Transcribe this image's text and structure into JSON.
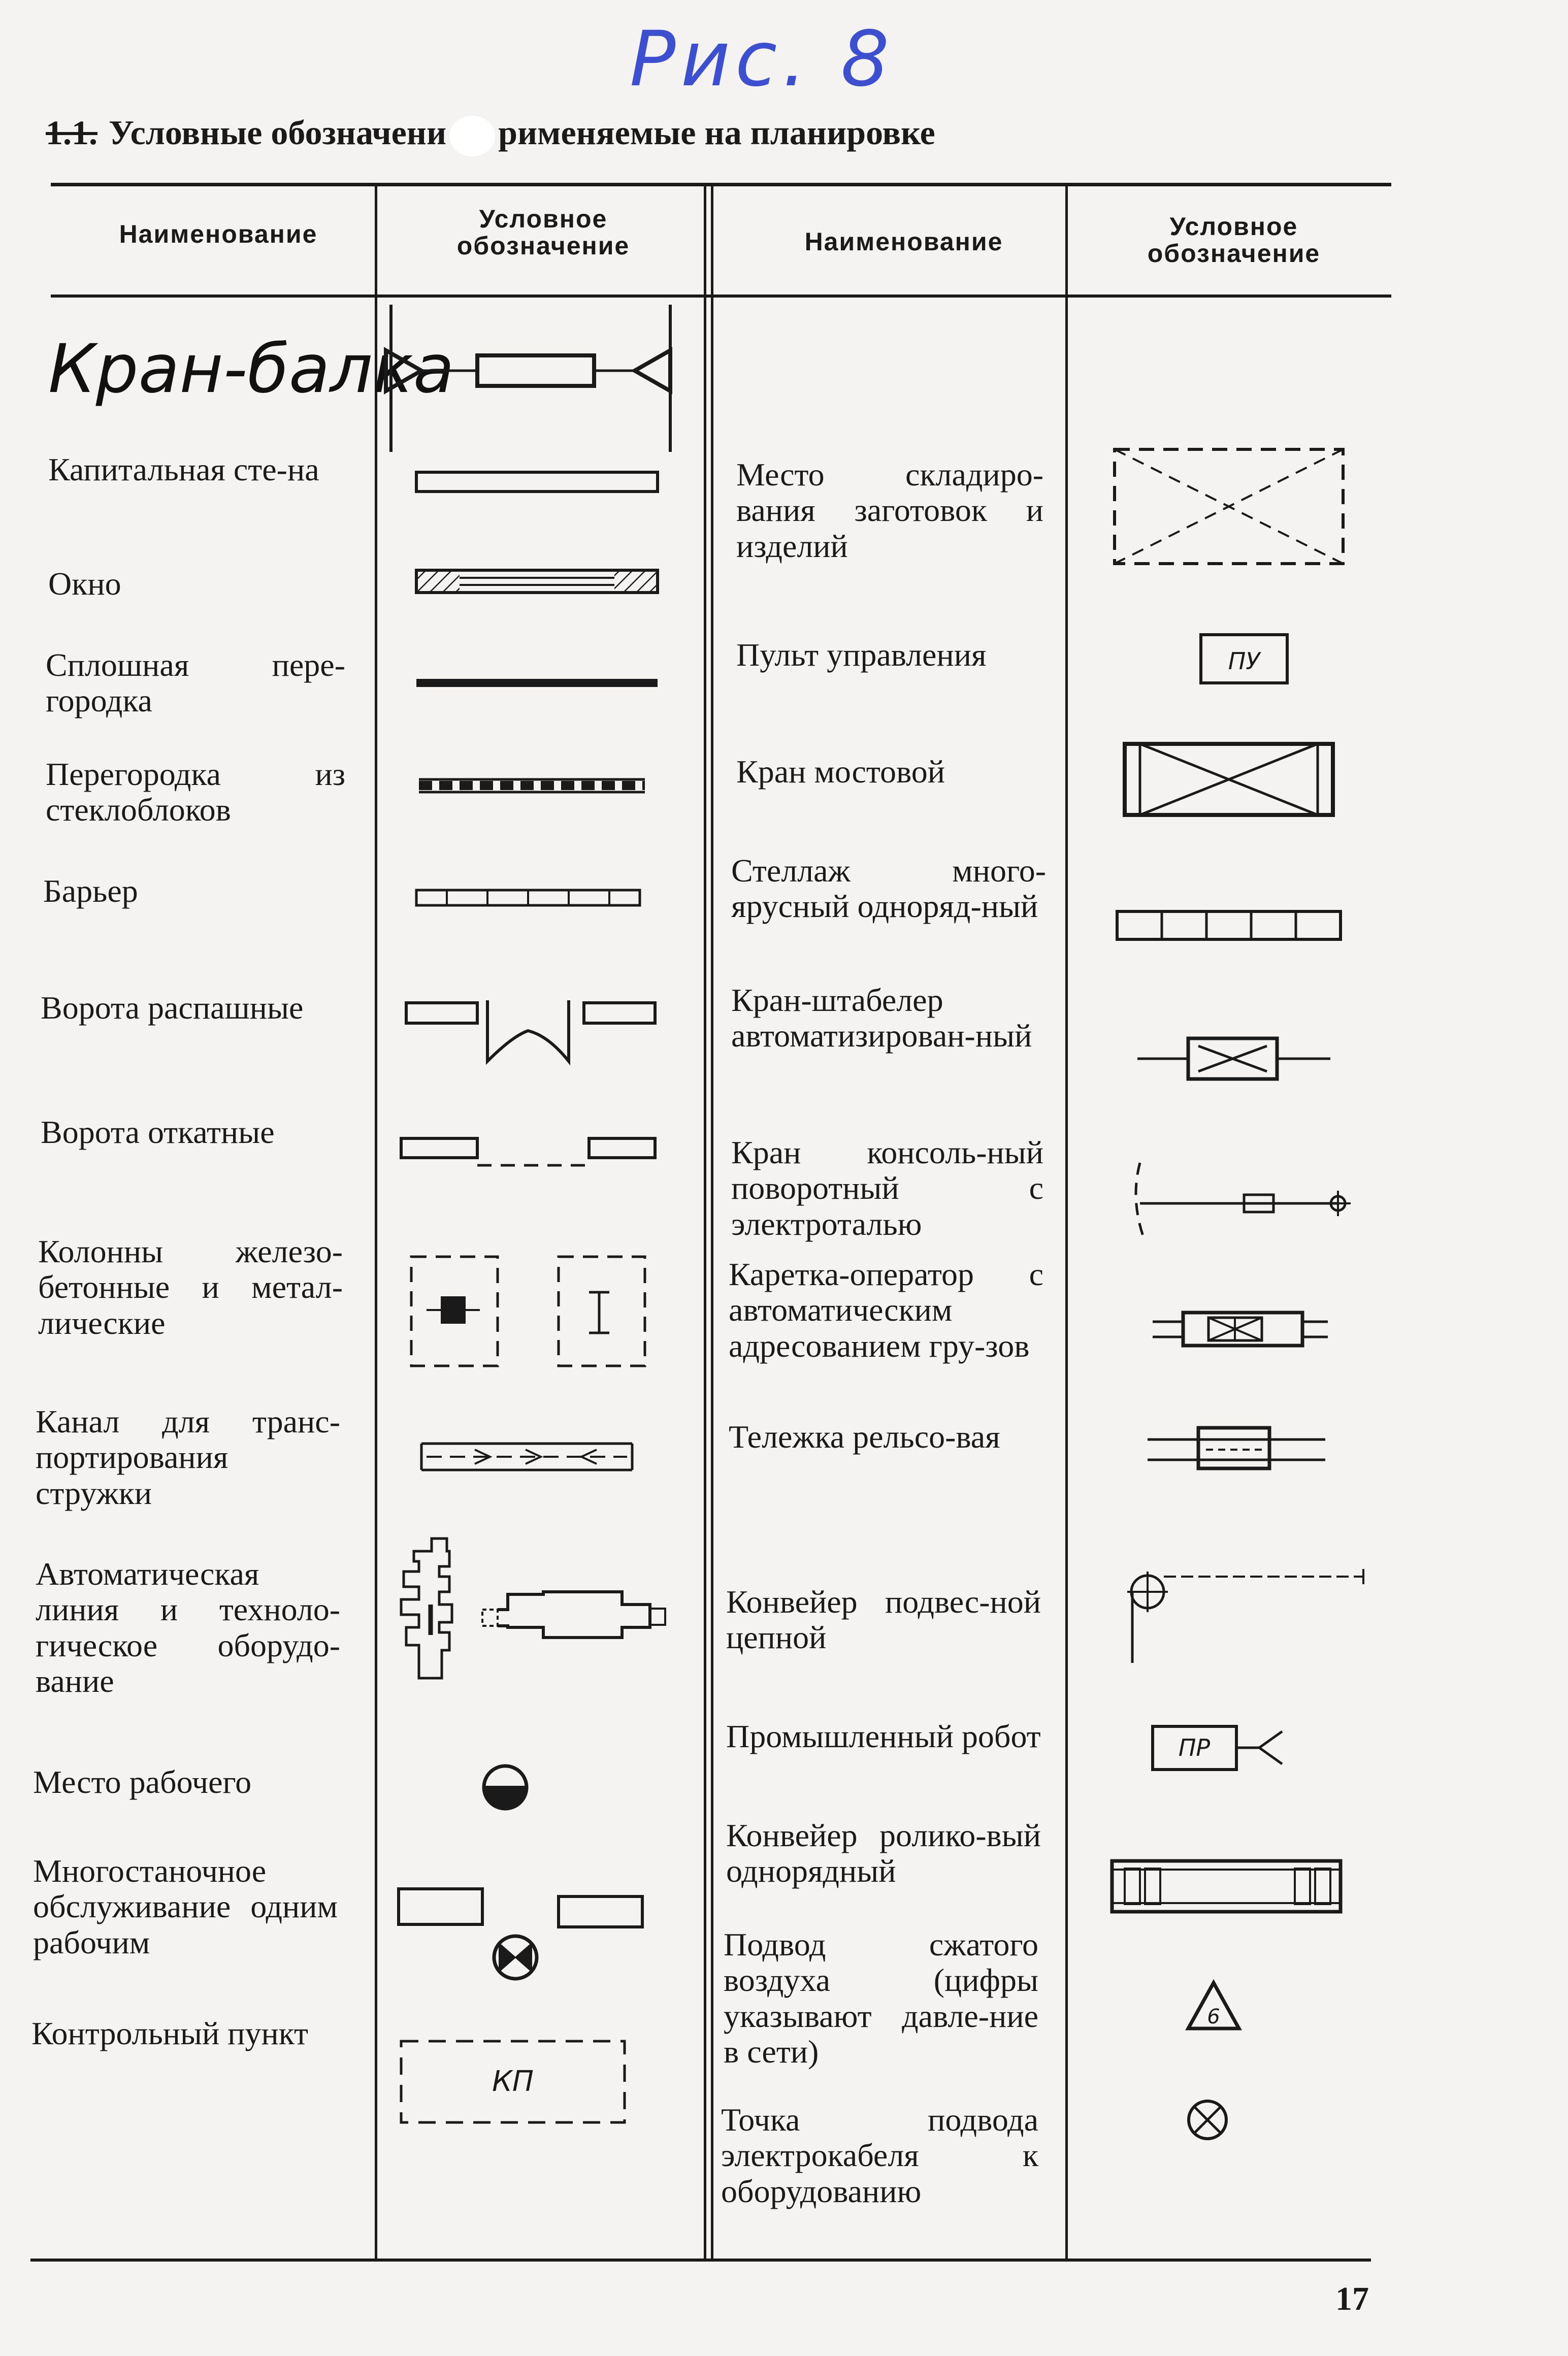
{
  "handwritten": {
    "figure_note": "Рис. 8",
    "crane_beam": "Кран-балка"
  },
  "title": {
    "number": "1.1.",
    "text_a": "Условные обозначени",
    "text_b": "рименяемые на планировке"
  },
  "headers": {
    "name_left": "Наименование",
    "symbol_left": "Условное обозначение",
    "name_right": "Наименование",
    "symbol_right": "Условное обозначение"
  },
  "left_items": [
    "Капитальная сте-на",
    "Окно",
    "Сплошная пере-городка",
    "Перегородка из стеклоблоков",
    "Барьер",
    "Ворота распашные",
    "Ворота откатные",
    "Колонны железо-бетонные и метал-лические",
    "Канал для транс-портирования стружки",
    "Автоматическая линия и техноло-гическое оборудо-вание",
    "Место рабочего",
    "Многостаночное обслуживание одним рабочим",
    "Контрольный пункт"
  ],
  "right_items": [
    "Место складиро-вания заготовок и изделий",
    "Пульт управления",
    "Кран мостовой",
    "Стеллаж много-ярусный одноряд-ный",
    "Кран-штабелер автоматизирован-ный",
    "Кран консоль-ный поворотный с электроталью",
    "Каретка-оператор с автоматическим адресованием гру-зов",
    "Тележка рельсо-вая",
    "Конвейер подвес-ной цепной",
    "Промышленный робот",
    "Конвейер ролико-вый однорядный",
    "Подвод сжатого воздуха (цифры указывают давле-ние в сети)",
    "Точка подвода электрокабеля к оборудованию"
  ],
  "symbol_labels": {
    "control_panel": "ПУ",
    "robot": "ПР",
    "air_pressure": "6",
    "checkpoint": "КП"
  },
  "page_number": "17"
}
